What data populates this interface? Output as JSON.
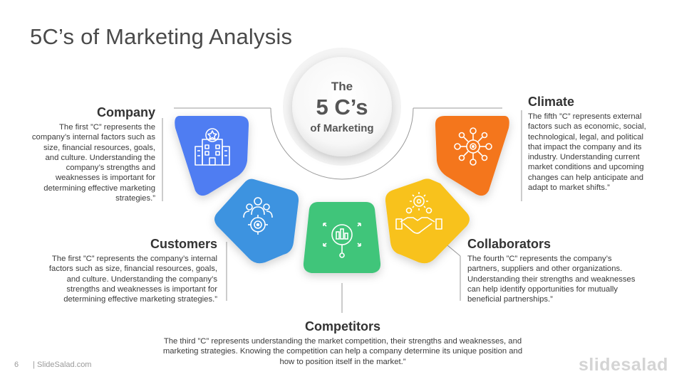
{
  "slide": {
    "title": "5C’s of Marketing Analysis",
    "page_number": "6",
    "source": "| SlideSalad.com",
    "brand": "slidesalad"
  },
  "hub": {
    "line1": "The",
    "line2": "5 C’s",
    "line3": "of Marketing"
  },
  "items": [
    {
      "key": "company",
      "title": "Company",
      "text": "The first ”C” represents the company’s internal factors such as size, financial resources, goals, and culture. Understanding the company’s strengths and weaknesses is important for determining effective marketing strategies.”",
      "color": "#4f7df2",
      "icon": "building-star-icon"
    },
    {
      "key": "customers",
      "title": "Customers",
      "text": "The first ”C” represents the company’s internal factors such as size, financial resources, goals, and culture. Understanding the company’s strengths and weaknesses is important for determining effective marketing strategies.”",
      "color": "#3d93e0",
      "icon": "people-target-icon"
    },
    {
      "key": "competitors",
      "title": "Competitors",
      "text": "The third ”C” represents understanding the market competition, their strengths and weaknesses, and marketing strategies. Knowing the competition can help a company determine its unique position and how to position itself in the market.”",
      "color": "#3fc57a",
      "icon": "magnifier-chart-icon"
    },
    {
      "key": "collaborators",
      "title": "Collaborators",
      "text": "The fourth ”C” represents the company’s partners, suppliers and other organizations. Understanding their strengths and weaknesses can help identify opportunities for mutually beneficial partnerships.”",
      "color": "#f8c21a",
      "icon": "handshake-gear-icon"
    },
    {
      "key": "climate",
      "title": "Climate",
      "text": "The fifth ”C” represents external factors such as economic, social, technological, legal, and political that impact the company and its industry. Understanding current market conditions and upcoming changes can help anticipate and adapt to market shifts.”",
      "color": "#f4761f",
      "icon": "network-hub-icon"
    }
  ]
}
